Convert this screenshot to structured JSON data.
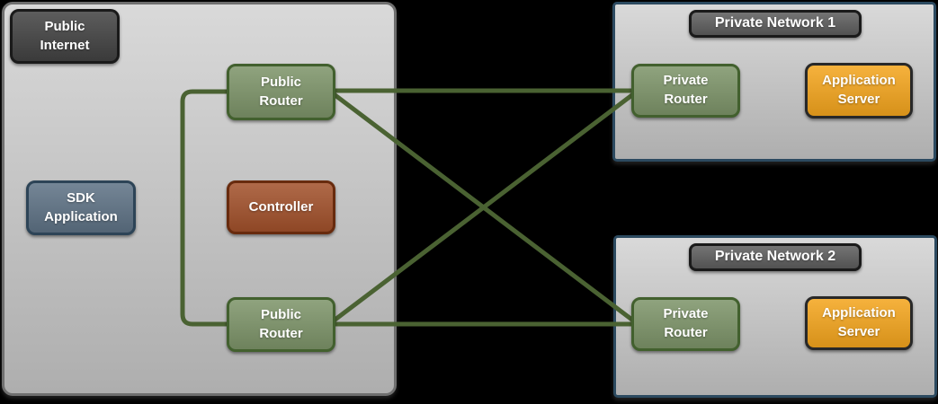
{
  "colors": {
    "background": "#000000",
    "line_color": "#4a6232",
    "container_fill_top": "#d9d9d9",
    "container_fill_bottom": "#aeaeae",
    "public_container_border": "#6f6f6f",
    "private_container_border": "#2c4a60",
    "internet_label_fill": "#424242",
    "network_label_fill": "#5d5d5d",
    "dark_label_border": "#1a1a1a",
    "router_fill": "#7d9469",
    "router_border": "#42602e",
    "sdk_fill": "#5e7285",
    "sdk_border": "#2d4457",
    "controller_fill": "#a2512b",
    "controller_border": "#682b0e",
    "server_fill": "#f4a51d",
    "server_border": "#282828",
    "text_color": "#ffffff"
  },
  "containers": {
    "public_internet": {
      "title": "Public Internet"
    },
    "private_network_1": {
      "title": "Private Network 1"
    },
    "private_network_2": {
      "title": "Private Network 2"
    }
  },
  "nodes": {
    "sdk_application": {
      "label": "SDK Application"
    },
    "controller": {
      "label": "Controller"
    },
    "public_router_top": {
      "label": "Public Router"
    },
    "public_router_bottom": {
      "label": "Public Router"
    },
    "private_router_1": {
      "label": "Private Router"
    },
    "private_router_2": {
      "label": "Private Router"
    },
    "application_server_1": {
      "label": "Application Server"
    },
    "application_server_2": {
      "label": "Application Server"
    }
  },
  "connections": [
    {
      "from": "public-router-top",
      "to": "public-router-bottom"
    },
    {
      "from": "public-router-top",
      "to": "private-router-1"
    },
    {
      "from": "public-router-top",
      "to": "private-router-2"
    },
    {
      "from": "public-router-bottom",
      "to": "private-router-1"
    },
    {
      "from": "public-router-bottom",
      "to": "private-router-2"
    }
  ]
}
